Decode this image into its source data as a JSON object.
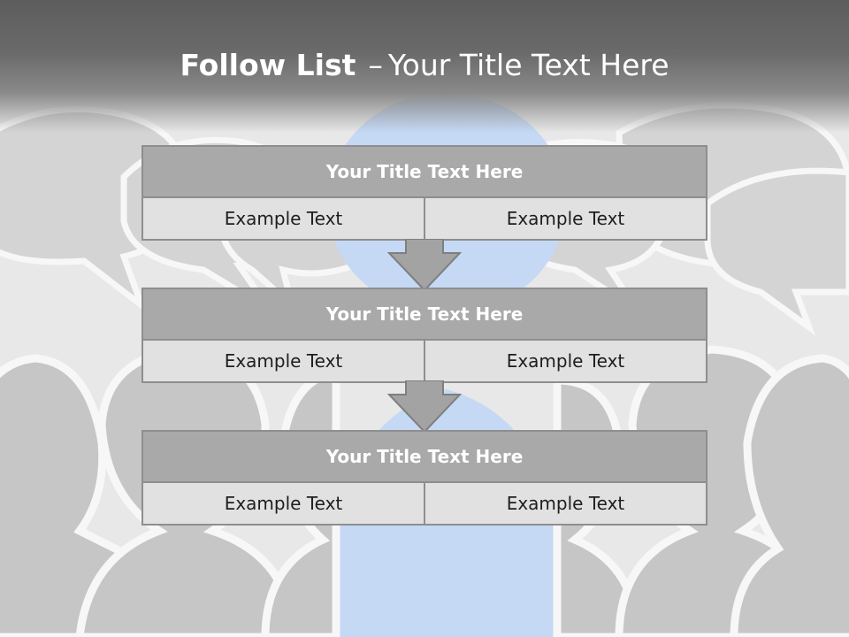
{
  "header": {
    "title_bold": "Follow List",
    "separator": "–",
    "title_rest": "Your Title Text Here"
  },
  "steps": [
    {
      "title": "Your Title Text Here",
      "cells": [
        "Example Text",
        "Example Text"
      ]
    },
    {
      "title": "Your Title Text Here",
      "cells": [
        "Example Text",
        "Example Text"
      ]
    },
    {
      "title": "Your Title Text Here",
      "cells": [
        "Example Text",
        "Example Text"
      ]
    }
  ],
  "colors": {
    "accent_figure": "#c5d9f5",
    "figure_gray": "#c6c6c6",
    "box_title_bg": "#a9a9a9",
    "box_cell_bg": "#e1e1e1",
    "arrow": "#a3a3a3"
  }
}
